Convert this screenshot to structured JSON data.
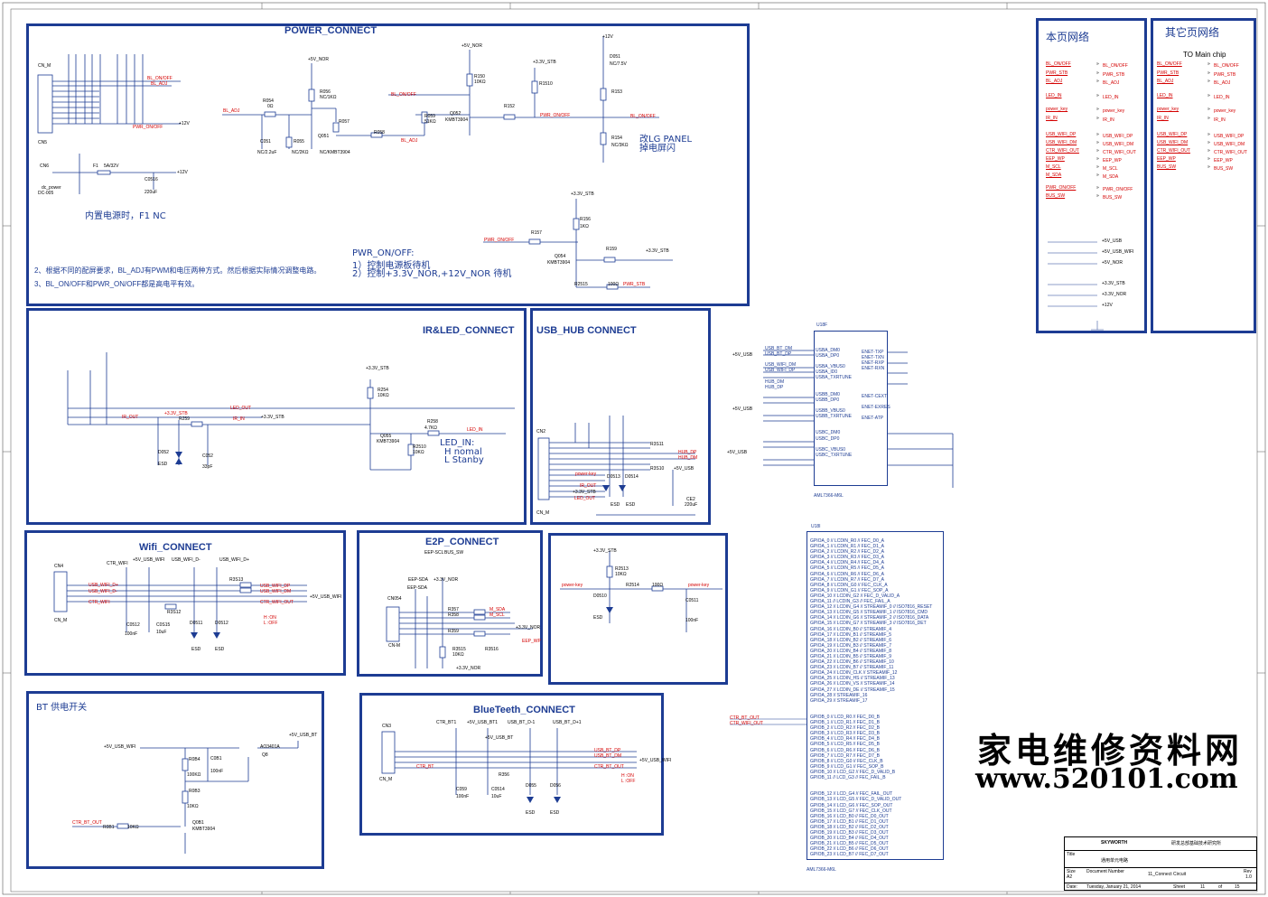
{
  "blocks": {
    "power_connect": "POWER_CONNECT",
    "ir_led_connect": "IR&LED_CONNECT",
    "usb_hub_connect": "USB_HUB  CONNECT",
    "wifi_connect": "Wifi_CONNECT",
    "e2p_connect": "E2P_CONNECT",
    "bluetooth_connect": "BlueTeeth_CONNECT",
    "bt_power_switch": "BT 供电开关"
  },
  "power_notes": {
    "builtin_psu": "内置电源时，F1 NC",
    "lg_panel": "改LG PANEL",
    "lg_panel_2": "掉电屏闪",
    "pwr_onoff_title": "PWR_ON/OFF:",
    "pwr_onoff_1": "1）控制电源板待机",
    "pwr_onoff_2": "2）控制+3.3V_NOR,+12V_NOR 待机",
    "note_2": "2、根据不同的配屏要求，BL_ADJ有PWM和电压两种方式。然后根据实际情况调整电路。",
    "note_3": "3、BL_ON/OFF和PWR_ON/OFF都是高电平有效。",
    "cn_m": "CN_M",
    "cn5": "CN5",
    "cn6": "CN6",
    "dc_power": "dc_power",
    "dc_005": "DC-005",
    "f1": "F1",
    "f1_val": "5A/32V",
    "plus12v": "+12V",
    "plus5v_nor": "+5V_NOR",
    "plus3v3_stb": "+3.3V_STB",
    "bl_onoff": "BL_ON/OFF",
    "bl_adj": "BL_ADJ",
    "pwr_onoff": "PWR_ON/OFF",
    "r054": "R054",
    "r054_val": "0Ω",
    "r056": "R056",
    "r056_val": "NC/1KΩ",
    "q051": "Q051",
    "q051_val": "NC/KMBT3904",
    "r057": "R057",
    "r058": "R058",
    "c051": "C051",
    "c051_val": "NC/2.2uF",
    "r055": "R055",
    "r055_val": "NC/2KΩ",
    "r150": "R150",
    "r150_val": "10KΩ",
    "r152": "R152",
    "q052": "Q052",
    "q052_val": "KMBT3904",
    "r059": "R059",
    "r059_val": "51KΩ",
    "r1510": "R1510",
    "d051": "D051",
    "d051_val": "NC/7.5V",
    "r153": "R153",
    "r154": "R154",
    "r154_val": "NC/3KΩ",
    "c0516": "C0516",
    "c0516_val": "220uF",
    "r156": "R156",
    "r156_val": "1KΩ",
    "r157": "R157",
    "q054": "Q054",
    "q054_val": "KMBT3904",
    "r159": "R159",
    "r2515": "R2515",
    "r2515_val": "100Ω",
    "pwr_stb": "PWR_STB"
  },
  "ir_led": {
    "led_in_title": "LED_IN:",
    "led_in_h": "H    nomal",
    "led_in_l": "L    Stanby",
    "led_out": "LED_OUT",
    "ir_out": "IR_OUT",
    "ir_in": "IR_IN",
    "led_in": "LED_IN",
    "plus3v3_stb": "+3.3V_STB",
    "r259": "R259",
    "r254": "R254",
    "r254_val": "10KΩ",
    "q055": "Q055",
    "q055_val": "KMBT3904",
    "r258": "R258",
    "r258_val": "4.7KΩ",
    "r2510": "R2510",
    "r2510_val": "10KΩ",
    "d052": "D052",
    "esd": "ESD",
    "c052": "C052",
    "c052_val": "33pF"
  },
  "usb_hub": {
    "cn2": "CN2",
    "cn_m": "CN_M",
    "hub_dp": "HUB_DP",
    "hub_dm": "HUB_DM",
    "power_key": "power-key",
    "ir_out": "IR_OUT",
    "plus3v3_stb": "+3.3V_STB",
    "led_out": "LED_OUT",
    "r3s11": "R3S11",
    "r3s10": "R3S10",
    "d0513": "D0513",
    "d0514": "D0514",
    "esd": "ESD",
    "plus5v_usb": "+5V_USB",
    "ce2": "CE2",
    "ce2_val": "220uF"
  },
  "wifi": {
    "cn4": "CN4",
    "cn_m": "CN_M",
    "ctr_wifi": "CTR_WIFI",
    "usb_wifi_dp": "USB_WIFI_D+",
    "usb_wifi_dm": "USB_WIFI_D-",
    "plus5v_usb_wifi": "+5V_USB_WIFI",
    "usb_wifi_dp_net": "USB_WIFI_DP",
    "usb_wifi_dm_net": "USB_WIFI_DM",
    "ctr_wifi_out": "CTR_WIFI_OUT",
    "r3s13": "R3S13",
    "r3s12": "R3S12",
    "c0512": "C0512",
    "c0512_val": "100nF",
    "c0s15": "C0S15",
    "c0s15_val": "10uF",
    "d0511": "D0511",
    "d0512": "D0512",
    "esd": "ESD",
    "h_on": "H :ON",
    "l_off": "L :OFF"
  },
  "e2p": {
    "eep_scl": "EEP-SCL",
    "bus_sw": "BUS_SW",
    "eep_sda": "EEP-SDA",
    "plus3v3_nor": "+3.3V_NOR",
    "cn054": "CN054",
    "cn_m": "CN-M",
    "m_sda": "M_SDA",
    "m_scl": "M_SCL",
    "eep_wp": "EEP_WP",
    "r357": "R357",
    "r358": "R358",
    "r359": "R359",
    "r3515": "R3515",
    "r3515_val": "10KΩ",
    "r3516": "R3516",
    "d0510": "D0510",
    "esd": "ESD",
    "power_key": "power-key",
    "r2513": "R2513",
    "r2513_val": "10KΩ",
    "r2514": "R2514",
    "r2514_val": "100Ω",
    "c0511": "C0511",
    "c0511_val": "100nF",
    "plus3v3_stb": "+3.3V_STB"
  },
  "bluetooth": {
    "cn3": "CN3",
    "cn_m": "CN_M",
    "ctr_bt1": "CTR_BT1",
    "plus5v_usb_bt1": "+5V_USB_BT1",
    "usb_bt_dm1": "USB_BT_D-1",
    "usb_bt_dp1": "USB_BT_D+1",
    "plus5v_usb_bt": "+5V_USB_BT",
    "usb_bt_dp": "USB_BT_DP",
    "usb_bt_dm": "USB_BT_DM",
    "ctr_bt": "CTR_BT",
    "ctr_bt_out": "CTR_BT_OUT",
    "plus5v_usb_wifi": "+5V_USB_WIFI",
    "h_on": "H :ON",
    "l_off": "L :OFF",
    "c059": "C059",
    "c059_val": "100nF",
    "c0514": "C0514",
    "c0514_val": "10uF",
    "r356": "R356",
    "d055": "D055",
    "d056": "D056",
    "esd": "ESD"
  },
  "bt_switch": {
    "plus5v_usb_wifi": "+5V_USB_WIFI",
    "plus5v_usb_bt": "+5V_USB_BT",
    "ao3401a": "AO3401A",
    "q8": "Q8",
    "r0b4": "R0B4",
    "r0b4_val": "100KΩ",
    "c0b1": "C0B1",
    "c0b1_val": "100nF",
    "r0b3": "R0B3",
    "r0b3_val": "10KΩ",
    "ctr_bt_out": "CTR_BT_OUT",
    "r0b1": "R0B1",
    "r0b1_val": "10KΩ",
    "q0b1": "Q0B1",
    "q0b1_val": "KMBT3904"
  },
  "nets_this_page": {
    "title": "本页网络",
    "rows": [
      {
        "l": "BL_ON/OFF",
        "r": "BL_ON/OFF"
      },
      {
        "l": "PWR_STB",
        "r": "PWR_STB"
      },
      {
        "l": "BL_ADJ",
        "r": "BL_ADJ"
      },
      {
        "l": "LED_IN",
        "r": "LED_IN"
      },
      {
        "l": "power_key",
        "r": "power_key"
      },
      {
        "l": "IR_IN",
        "r": "IR_IN"
      },
      {
        "l": "USB_WIFI_DP",
        "r": "USB_WIFI_DP"
      },
      {
        "l": "USB_WIFI_DM",
        "r": "USB_WIFI_DM"
      },
      {
        "l": "CTR_WIFI_OUT",
        "r": "CTR_WIFI_OUT"
      },
      {
        "l": "EEP_WP",
        "r": "EEP_WP"
      },
      {
        "l": "M_SCL",
        "r": "M_SCL"
      },
      {
        "l": "M_SDA",
        "r": "M_SDA"
      },
      {
        "l": "PWR_ON/OFF",
        "r": "PWR_ON/OFF"
      },
      {
        "l": "BUS_SW",
        "r": "BUS_SW"
      }
    ],
    "power_rails": [
      "+5V_USB",
      "+5V_USB_WIFI",
      "+5V_NOR",
      "+3.3V_STB",
      "+3.3V_NOR",
      "+12V"
    ]
  },
  "nets_other_pages": {
    "title": "其它页网络",
    "subtitle": "TO Main chip",
    "rows": [
      {
        "l": "BL_ON/OFF",
        "r": "BL_ON/OFF"
      },
      {
        "l": "PWR_STB",
        "r": "PWR_STB"
      },
      {
        "l": "BL_ADJ",
        "r": "BL_ADJ"
      },
      {
        "l": "LED_IN",
        "r": "LED_IN"
      },
      {
        "l": "power_key",
        "r": "power_key"
      },
      {
        "l": "IR_IN",
        "r": "IR_IN"
      },
      {
        "l": "USB_WIFI_DP",
        "r": "USB_WIFI_DP"
      },
      {
        "l": "USB_WIFI_DM",
        "r": "USB_WIFI_DM"
      },
      {
        "l": "CTR_WIFI_OUT",
        "r": "CTR_WIFI_OUT"
      },
      {
        "l": "EEP_WP",
        "r": "EEP_WP"
      },
      {
        "l": "BUS_SW",
        "r": "BUS_SW"
      }
    ]
  },
  "u18f": {
    "ref": "U18F",
    "part": "AML7366-M6L",
    "left_pins": "USBA_DM0\nUSBA_DP0\n\nUSBA_VBUS0\nUSBA_ID0\nUSBA_TXRTUNE\n\n\nUSBB_DM0\nUSBB_DP0\n\nUSBB_VBUS0\nUSBB_TXRTUNE\n\n\nUSBC_DM0\nUSBC_DP0\n\nUSBC_VBUS0\nUSBC_TXRTUNE",
    "right_pins": "ENET-TXP\nENET-TXN\nENET-RXP\nENET-RXN\n\n\n\n\nENET-CEXT\n\nENET-EXRES\n\nENET-ATP",
    "nets_in": "USB_BT_DM\nUSB_BT_DP\n\nUSB_WIFI_DM\nUSB_WIFI_DP\n\nHUB_DM\nHUB_DP",
    "power_in_1": "+5V_USB",
    "power_in_2": "+5V_USB",
    "power_in_3": "+5V_USB"
  },
  "u18i": {
    "ref": "U18I",
    "part": "AML7366-M6L",
    "pins": "GPIOA_0 // LCDIN_R0 // FEC_D0_A\nGPIOA_1 // LCDIN_R1 // FEC_D1_A\nGPIOA_2 // LCDIN_R2 // FEC_D2_A\nGPIOA_3 // LCDIN_R3 // FEC_D3_A\nGPIOA_4 // LCDIN_R4 // FEC_D4_A\nGPIOA_5 // LCDIN_R5 // FEC_D5_A\nGPIOA_6 // LCDIN_R6 // FEC_D6_A\nGPIOA_7 // LCDIN_R7 // FEC_D7_A\nGPIOA_8 // LCDIN_G0 // FEC_CLK_A\nGPIOA_9 // LCDIN_G1 // FEC_SOP_A\nGPIOA_10 // LCDIN_G2 // FEC_D_VALID_A\nGPIOA_11 // LCDIN_G3 // FEC_FAIL_A\nGPIOA_12 // LCDIN_G4 // STREAMIF_0 // ISO7816_RESET\nGPIOA_13 // LCDIN_G5 // STREAMIF_1 // ISO7816_CMD\nGPIOA_14 // LCDIN_G6 // STREAMIF_2 // ISO7816_DATA\nGPIOA_15 // LCDIN_G7 // STREAMIF_3 // ISO7816_DET\nGPIOA_16 // LCDIN_B0 // STREAMIF_4\nGPIOA_17 // LCDIN_B1 // STREAMIF_5\nGPIOA_18 // LCDIN_B2 // STREAMIF_6\nGPIOA_19 // LCDIN_B3 // STREAMIF_7\nGPIOA_20 // LCDIN_B4 // STREAMIF_8\nGPIOA_21 // LCDIN_B5 // STREAMIF_9\nGPIOA_22 // LCDIN_B6 // STREAMIF_10\nGPIOA_23 // LCDIN_B7 // STREAMIF_11\nGPIOA_24 // LCDIN_CLK // STREAMIF_12\nGPIOA_25 // LCDIN_HS // STREAMIF_13\nGPIOA_26 // LCDIN_VS // STREAMIF_14\nGPIOA_27 // LCDIN_DE // STREAMIF_15\nGPIOA_28 // STREAMIF_16\nGPIOA_29 // STREAMIF_17\n\n\nGPIOB_0 // LCD_R0 // FEC_D0_B\nGPIOB_1 // LCD_R1 // FEC_D1_B\nGPIOB_2 // LCD_R2 // FEC_D2_B\nGPIOB_3 // LCD_R3 // FEC_D3_B\nGPIOB_4 // LCD_R4 // FEC_D4_B\nGPIOB_5 // LCD_R5 // FEC_D5_B\nGPIOB_6 // LCD_R6 // FEC_D6_B\nGPIOB_7 // LCD_R7 // FEC_D7_B\nGPIOB_8 // LCD_G0 // FEC_CLK_B\nGPIOB_9 // LCD_G1 // FEC_SOP_B\nGPIOB_10 // LCD_G2 // FEC_D_VALID_B\nGPIOB_11 // LCD_G3 // FEC_FAIL_B\n\n\nGPIOB_12 // LCD_G4 // FEC_FAIL_OUT\nGPIOB_13 // LCD_G5 // FEC_D_VALID_OUT\nGPIOB_14 // LCD_G6 // FEC_SOP_OUT\nGPIOB_15 // LCD_G7 // FEC_CLK_OUT\nGPIOB_16 // LCD_B0 // FEC_D0_OUT\nGPIOB_17 // LCD_B1 // FEC_D1_OUT\nGPIOB_18 // LCD_B2 // FEC_D2_OUT\nGPIOB_19 // LCD_B3 // FEC_D3_OUT\nGPIOB_20 // LCD_B4 // FEC_D4_OUT\nGPIOB_21 // LCD_B5 // FEC_D5_OUT\nGPIOB_22 // LCD_B6 // FEC_D6_OUT\nGPIOB_23 // LCD_B7 // FEC_D7_OUT",
    "ctr_bt_out": "CTR_BT_OUT",
    "ctr_wifi_out": "CTR_WIFI_OUT"
  },
  "title_block": {
    "company": "SKYWORTH",
    "dept": "研发总部基础技术研究所",
    "title_label": "Title",
    "title": "通用单元电路",
    "size_label": "Size",
    "size": "A2",
    "docnum_label": "Document Number",
    "docnum": "11_Connect Circuit",
    "rev_label": "Rev",
    "rev": "1.0",
    "date_label": "Date:",
    "date": "Tuesday, January 21, 2014",
    "sheet_label": "Sheet",
    "sheet": "11",
    "of_label": "of",
    "of": "15"
  },
  "watermark": {
    "cn": "家电维修资料网",
    "url": "www.520101.com"
  },
  "colors": {
    "frame": "#1d3c93",
    "wire": "#1d3c93",
    "net": "#d40000"
  }
}
